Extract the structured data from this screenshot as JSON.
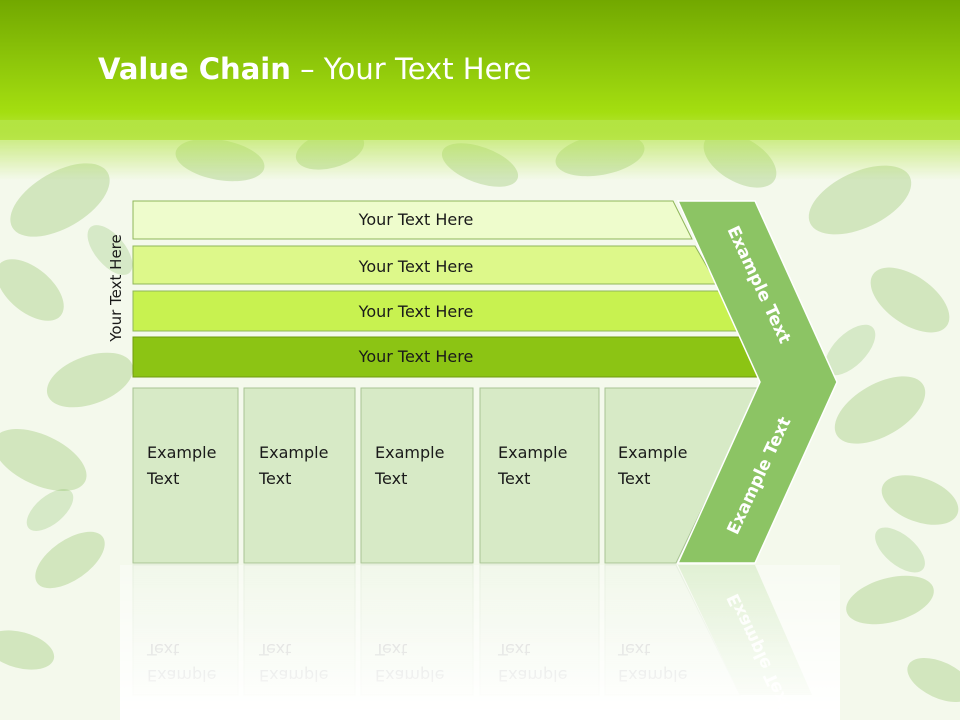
{
  "slide": {
    "title_bold": "Value Chain",
    "title_rest": " – Your Text Here"
  },
  "diagram": {
    "side_label": "Your Text Here",
    "bars": [
      {
        "label": "Your Text Here",
        "color": "#eefccc"
      },
      {
        "label": "Your Text Here",
        "color": "#ddf88a"
      },
      {
        "label": "Your Text Here",
        "color": "#c8f250"
      },
      {
        "label": "Your Text Here",
        "color": "#8cc414"
      }
    ],
    "columns": [
      {
        "line1": "Example",
        "line2": "Text"
      },
      {
        "line1": "Example",
        "line2": "Text"
      },
      {
        "line1": "Example",
        "line2": "Text"
      },
      {
        "line1": "Example",
        "line2": "Text"
      },
      {
        "line1": "Example",
        "line2": "Text"
      }
    ],
    "chevron_upper_label": "Example Text",
    "chevron_lower_label": "Example Text",
    "column_fill": "#d7eac6",
    "chevron_fill": "#8cc464"
  }
}
